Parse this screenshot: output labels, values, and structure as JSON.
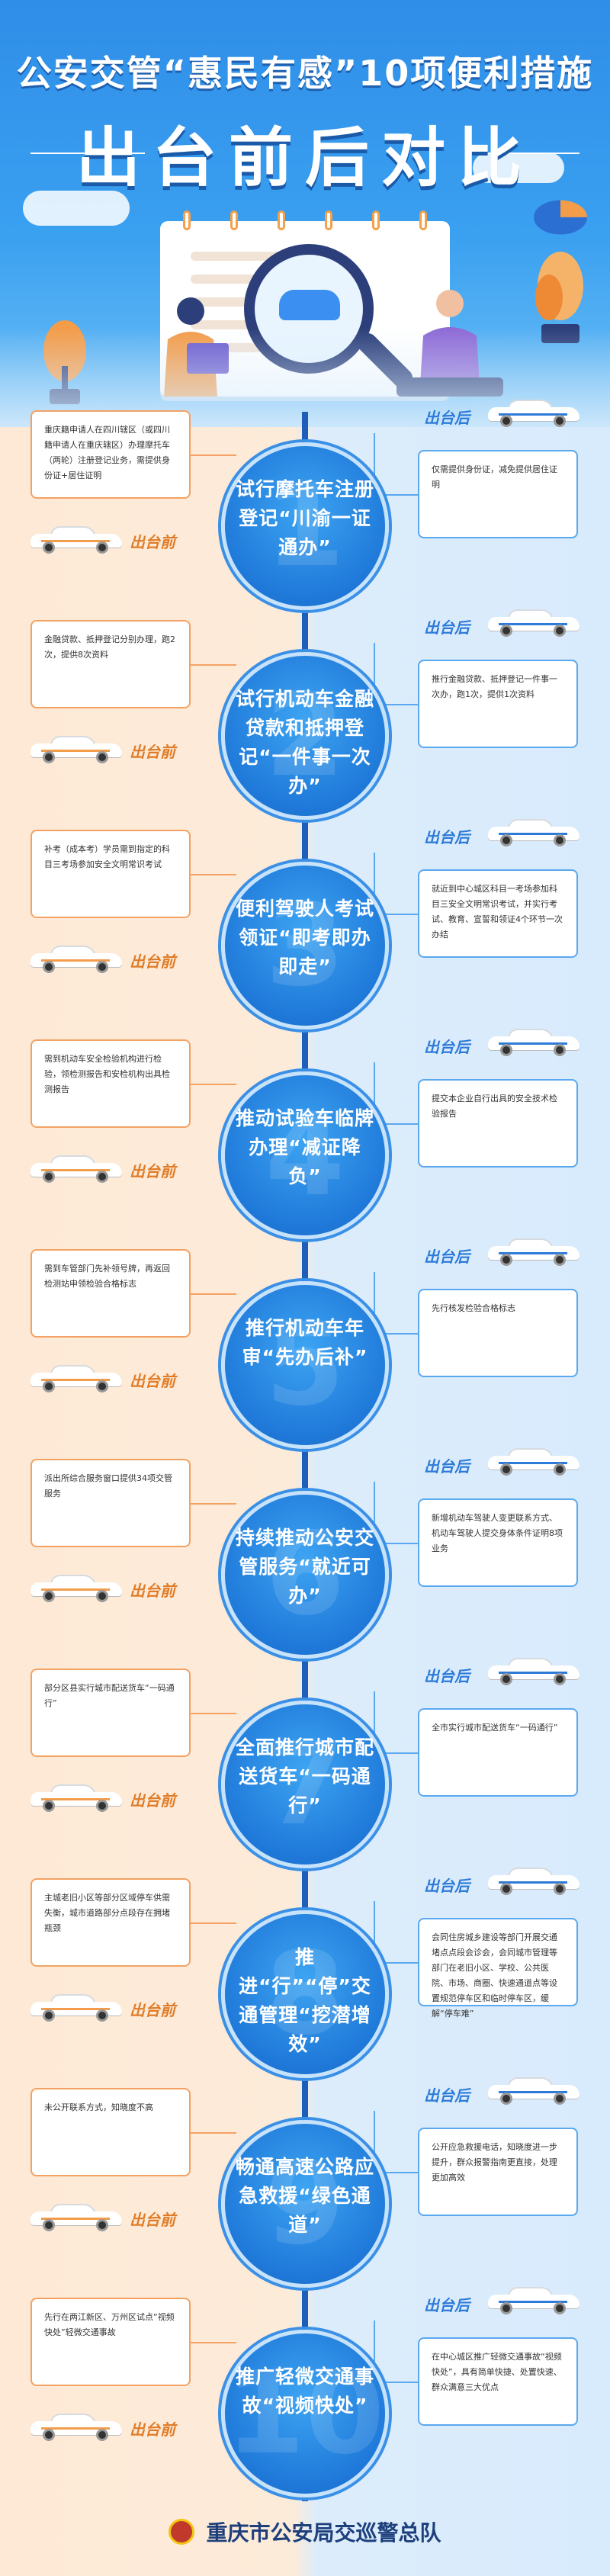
{
  "header": {
    "title": "公安交管“惠民有感”10项便利措施",
    "subtitle": "出台前后对比"
  },
  "labels": {
    "before": "出台前",
    "after": "出台后"
  },
  "items": [
    {
      "number": "1",
      "title": "试行摩托车注册登记“川渝一证通办”",
      "before": "重庆籍申请人在四川辖区（或四川籍申请人在重庆辖区）办理摩托车（两轮）注册登记业务，需提供身份证+居住证明",
      "after": "仅需提供身份证，减免提供居住证明"
    },
    {
      "number": "2",
      "title": "试行机动车金融贷款和抵押登记“一件事一次办”",
      "before": "金融贷款、抵押登记分别办理，跑2次，提供8次资料",
      "after": "推行金融贷款、抵押登记一件事一次办，跑1次，提供1次资料"
    },
    {
      "number": "3",
      "title": "便利驾驶人考试领证“即考即办即走”",
      "before": "补考（成本考）学员需到指定的科目三考场参加安全文明常识考试",
      "after": "就近到中心城区科目一考场参加科目三安全文明常识考试，并实行考试、教育、宣誓和领证4个环节一次办结"
    },
    {
      "number": "4",
      "title": "推动试验车临牌办理“减证降负”",
      "before": "需到机动车安全检验机构进行检验，领检测报告和安检机构出具检测报告",
      "after": "提交本企业自行出具的安全技术检验报告"
    },
    {
      "number": "5",
      "title": "推行机动车年审“先办后补”",
      "before": "需到车管部门先补领号牌，再返回检测站申领检验合格标志",
      "after": "先行核发检验合格标志"
    },
    {
      "number": "6",
      "title": "持续推动公安交管服务“就近可办”",
      "before": "派出所综合服务窗口提供34项交管服务",
      "after": "新增机动车驾驶人变更联系方式、机动车驾驶人提交身体条件证明8项业务"
    },
    {
      "number": "7",
      "title": "全面推行城市配送货车“一码通行”",
      "before": "部分区县实行城市配送货车“一码通行”",
      "after": "全市实行城市配送货车“一码通行”"
    },
    {
      "number": "8",
      "title": "推进“行”“停”交通管理“挖潜增效”",
      "before": "主城老旧小区等部分区域停车供需失衡，城市道路部分点段存在拥堵瓶颈",
      "after": "会同住房城乡建设等部门开展交通堵点点段会诊会，会同城市管理等部门在老旧小区、学校、公共医院、市场、商圈、快速通道点等设置规范停车区和临时停车区，缓解“停车难”"
    },
    {
      "number": "9",
      "title": "畅通高速公路应急救援“绿色通道”",
      "before": "未公开联系方式，知晓度不高",
      "after": "公开应急救援电话，知晓度进一步提升，群众报警指南更直接，处理更加高效"
    },
    {
      "number": "10",
      "title": "推广轻微交通事故“视频快处”",
      "before": "先行在两江新区、万州区试点“视频快处”轻微交通事故",
      "after": "在中心城区推广轻微交通事故“视频快处”，具有简单快捷、处置快速、群众满意三大优点"
    }
  ],
  "footer": {
    "org": "重庆市公安局交巡警总队"
  },
  "colors": {
    "before": "#f3a264",
    "after": "#5aa8ef",
    "axis": "#1d5fb8"
  }
}
